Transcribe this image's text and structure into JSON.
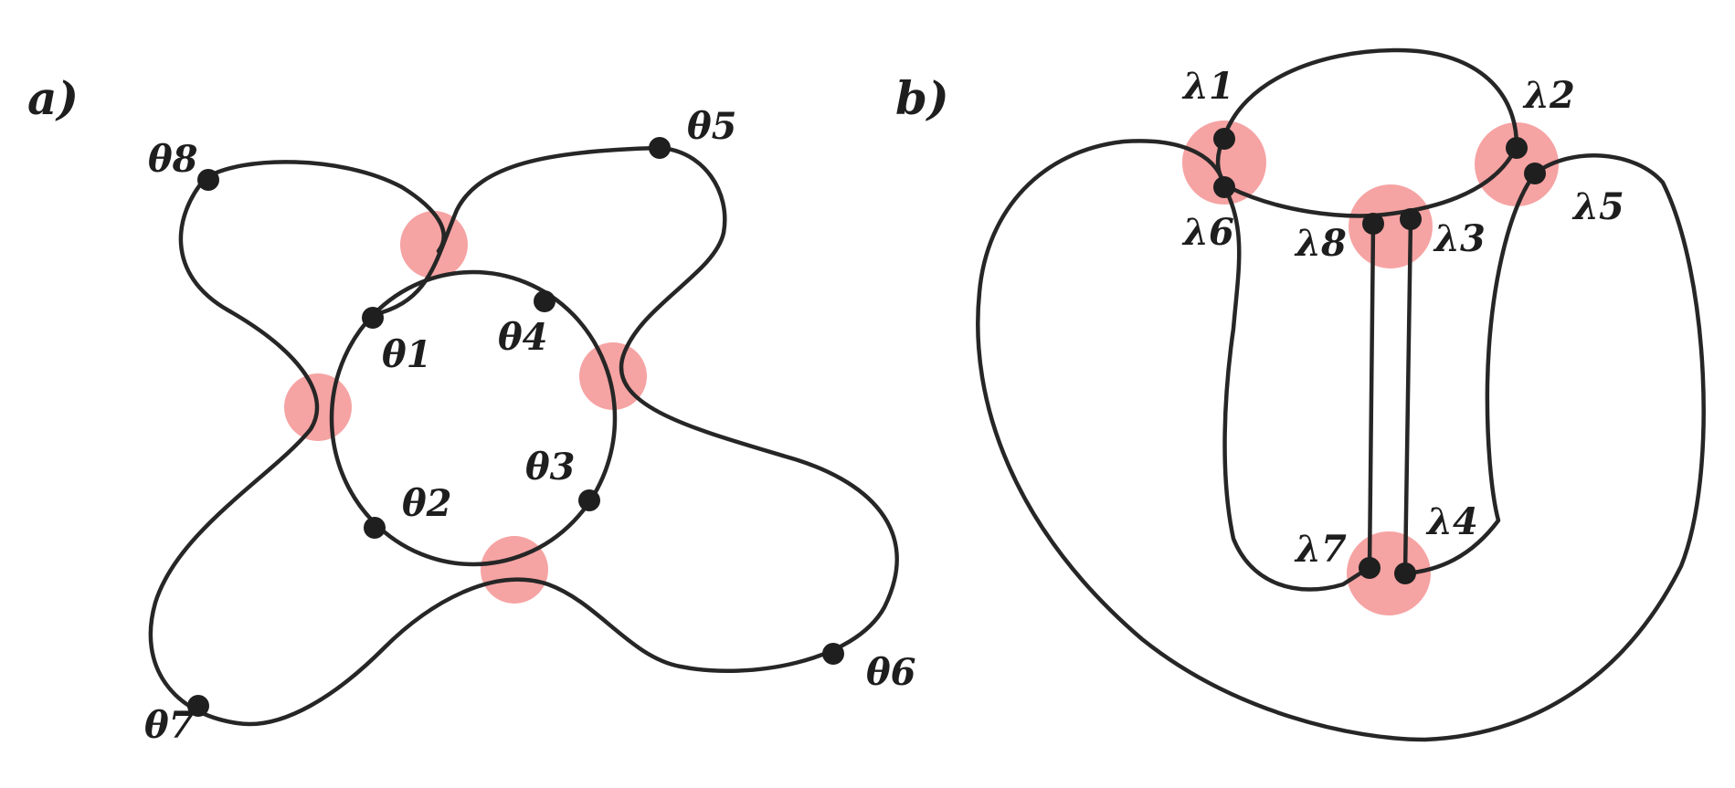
{
  "panels": {
    "a": {
      "label": "a)",
      "points": [
        "θ1",
        "θ2",
        "θ3",
        "θ4",
        "θ5",
        "θ6",
        "θ7",
        "θ8"
      ]
    },
    "b": {
      "label": "b)",
      "points": [
        "λ1",
        "λ2",
        "λ3",
        "λ4",
        "λ5",
        "λ6",
        "λ7",
        "λ8"
      ]
    }
  },
  "colors": {
    "curve": "#262626",
    "highlight": "#f06a6a",
    "point": "#1f1f1f"
  }
}
